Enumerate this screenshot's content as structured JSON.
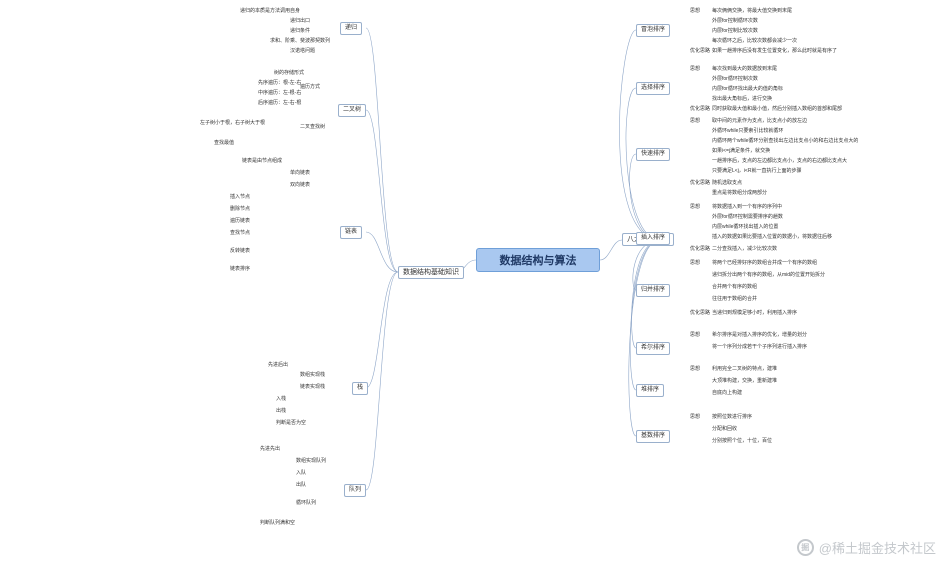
{
  "center": "数据结构与算法",
  "watermark": "@稀土掘金技术社区",
  "right": {
    "title": "八大基础排序",
    "branches": [
      {
        "title": "冒泡排序",
        "lines": [
          "思想",
          "每次俩俩交换，将最大值交换到末尾",
          "外层for控制循环次数",
          "内层for控制比较次数",
          "每次循环之后，比较次数都会减少一次",
          "优化思路",
          "如果一趟排序后没有发生位置变化，那么此时就是有序了"
        ]
      },
      {
        "title": "选择排序",
        "lines": [
          "思想",
          "每次找到最大的数据放到末尾",
          "外层for循环控制次数",
          "内层for循环找出最大的值的角标",
          "找出最大角标后，进行交换",
          "优化思路",
          "同时获取最大值和最小值，然后分别插入数组的首部和尾部"
        ]
      },
      {
        "title": "快速排序",
        "lines": [
          "思想",
          "取中间的元素作为支点，比支点小的放左边",
          "外循环while只要索引比较就循环",
          "内循环两个while循环分别查找出左边比支点小的和右边比支点大的",
          "如果i<=j满足条件，就交换",
          "一趟排序后，支点的左边都比支点小，支点的右边都比支点大",
          "只要满足L<j，i<R就一直执行上面的步骤",
          "优化思路",
          "随机选取支点",
          "重点是将数组分成两部分"
        ]
      },
      {
        "title": "插入排序",
        "lines": [
          "思想",
          "将数据插入到一个有序的序列中",
          "外层for循环控制需要排序的趟数",
          "内层while循环找出插入的位置",
          "插入的数据如果比要插入位置的数据小，将数据往后移",
          "优化思路",
          "二分查找插入，减少比较次数"
        ]
      },
      {
        "title": "归并排序",
        "lines": [
          "思想",
          "将两个已经排好序的数组合并成一个有序的数组",
          "递归拆分出两个有序的数组，从mid的位置开始拆分",
          "合并两个有序的数组",
          "往往用于数组的合并",
          "优化思路",
          "当递归到规模足够小时，利用插入排序"
        ]
      },
      {
        "title": "希尔排序",
        "lines": [
          "思想",
          "希尔排序是对插入排序的优化，增量的划分",
          "将一个序列分成若干个子序列进行插入排序"
        ]
      },
      {
        "title": "堆排序",
        "lines": [
          "思想",
          "利用完全二叉树的特点，建堆",
          "大顶堆构建，交换，重新建堆",
          "自底向上构建"
        ]
      },
      {
        "title": "基数排序",
        "lines": [
          "思想",
          "按照位数进行排序",
          "分配和回收",
          "分别按照个位，十位，百位"
        ]
      }
    ]
  },
  "left": {
    "title": "数据结构基础知识",
    "branches": [
      {
        "title": "递归",
        "lines": [
          "递归的本质是方法调用自身",
          "递归出口",
          "递归条件",
          "求和、阶乘、斐波那契数列",
          "汉诺塔问题"
        ]
      },
      {
        "title": "二叉树",
        "lines": [
          "树的存储形式",
          "遍历方式",
          "先序遍历：根-左-右",
          "中序遍历：左-根-右",
          "后序遍历：左-右-根",
          "二叉查找树",
          "左子树小于根，右子树大于根",
          "查找最值"
        ]
      },
      {
        "title": "链表",
        "lines": [
          "链表是由节点组成",
          "单向链表",
          "双向链表",
          "插入节点",
          "删除节点",
          "遍历链表",
          "查找节点",
          "反转链表",
          "链表排序"
        ]
      },
      {
        "title": "栈",
        "lines": [
          "先进后出",
          "数组实现栈",
          "链表实现栈",
          "入栈",
          "出栈",
          "判断是否为空"
        ]
      },
      {
        "title": "队列",
        "lines": [
          "先进先出",
          "数组实现队列",
          "入队",
          "出队",
          "循环队列",
          "判断队列满和空"
        ]
      }
    ]
  }
}
